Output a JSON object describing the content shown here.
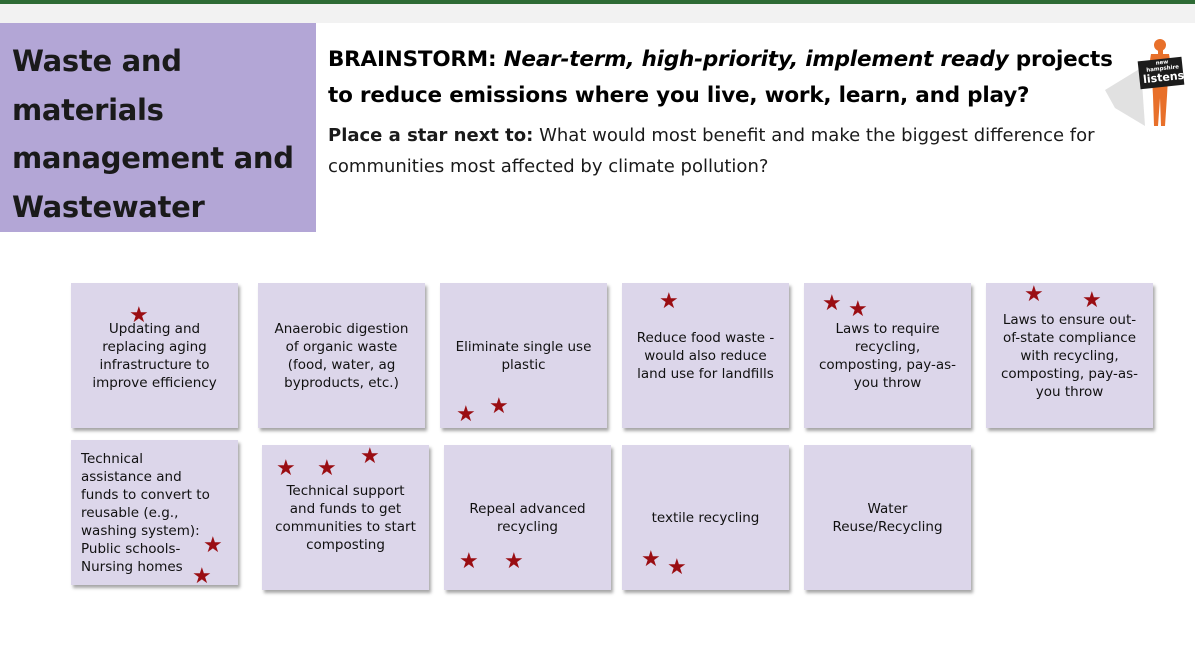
{
  "title": {
    "lines": [
      "Waste and",
      "materials",
      "management and",
      "Wastewater"
    ]
  },
  "heading": {
    "part1": "BRAINSTORM: ",
    "italic": "Near-term, high-priority, implement ready",
    "part2": " projects to reduce emissions where you live, work, learn, and play?"
  },
  "subheading": {
    "bold": "Place a star next to:",
    "text": " What would most benefit and make the biggest difference for communities most affected by climate pollution?"
  },
  "logo": {
    "line1": "new",
    "line2": "hampshire",
    "line3": "listens",
    "icon": "person-silhouette-icon"
  },
  "star_glyph": "★",
  "notes": [
    {
      "text": "Updating and replacing aging infrastructure to improve efficiency",
      "stars": 1
    },
    {
      "text": "Anaerobic digestion of organic waste (food, water, ag byproducts, etc.)",
      "stars": 0
    },
    {
      "text": "Eliminate single use plastic",
      "stars": 2
    },
    {
      "text": "Reduce food waste - would also reduce land use for landfills",
      "stars": 1
    },
    {
      "text": "Laws to require recycling, composting, pay-as-you throw",
      "stars": 2
    },
    {
      "text": "Laws to ensure out-of-state compliance with recycling, composting, pay-as-you throw",
      "stars": 2
    },
    {
      "text": "Technical assistance and funds to convert to reusable (e.g., washing system): Public schools- Nursing homes",
      "stars": 2
    },
    {
      "text": "Technical support and funds to get communities to start composting",
      "stars": 3
    },
    {
      "text": "Repeal advanced recycling",
      "stars": 2
    },
    {
      "text": "textile recycling",
      "stars": 2
    },
    {
      "text": "Water Reuse/Recycling",
      "stars": 0
    }
  ],
  "colors": {
    "accent_bar": "#2e6b35",
    "title_box": "#b3a6d6",
    "note_fill": "#dcd6ea",
    "star": "#9a0d12",
    "logo_figure": "#e8702a"
  }
}
